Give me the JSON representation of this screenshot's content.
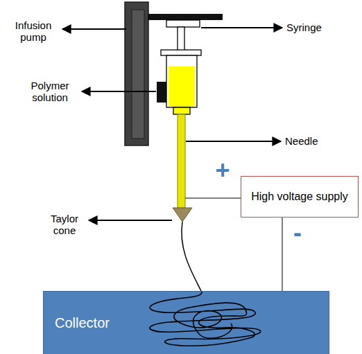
{
  "diagram": {
    "nodes": [
      {
        "text": [
          "High voltage supply"
        ]
      },
      {
        "text": [
          "Collector"
        ]
      }
    ],
    "edges": [
      {
        "from": 0,
        "to": 1,
        "arrow": "none"
      }
    ],
    "labels": [
      "Infusion pump",
      "Syringe",
      "Polymer solution",
      "Needle",
      "+",
      "Taylor cone",
      "-"
    ]
  }
}
